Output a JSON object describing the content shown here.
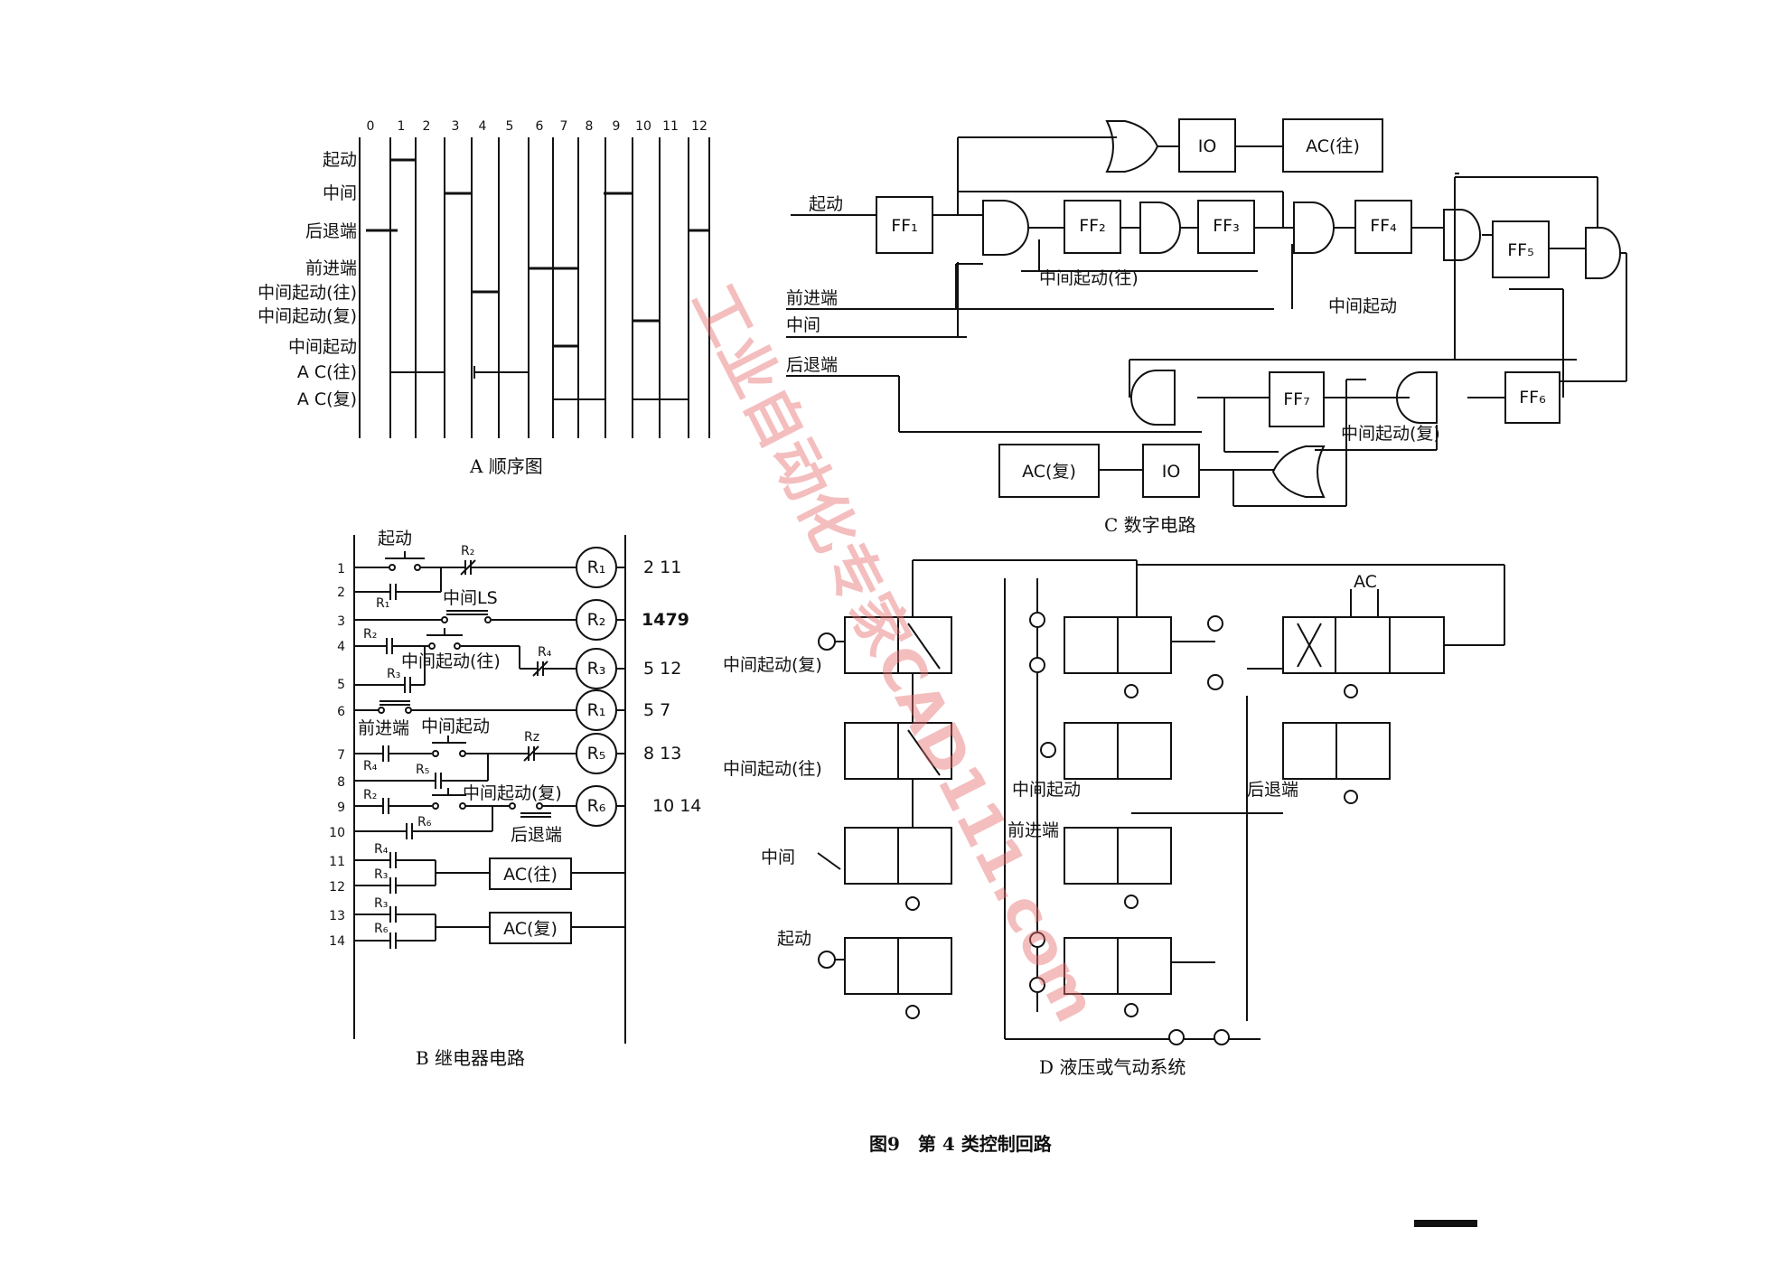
{
  "figure_caption": "图9　第 4 类控制回路",
  "watermark": "工业自动化专家CAD111.com",
  "panel_a": {
    "caption": "A  顺序图",
    "ticks": [
      "0",
      "1",
      "2",
      "3",
      "4",
      "5",
      "6",
      "7",
      "8",
      "9",
      "10",
      "11",
      "12"
    ],
    "rows": [
      "起动",
      "中间",
      "后退端",
      "前进端",
      "中间起动(往)",
      "中间起动(复)",
      "中间起动",
      "A C(往)",
      "A C(复)"
    ]
  },
  "panel_b": {
    "caption": "B  继电器电路",
    "rungs": [
      "1",
      "2",
      "3",
      "4",
      "5",
      "6",
      "7",
      "8",
      "9",
      "10",
      "11",
      "12",
      "13",
      "14"
    ],
    "contacts": {
      "start": "起动",
      "mid_ls": "中间LS",
      "mid_start_fwd": "中间起动(往)",
      "fwd_end": "前进端",
      "mid_start": "中间起动",
      "mid_start_ret": "中间起动(复)",
      "back_end": "后退端",
      "r1": "R₁",
      "r2": "R₂",
      "r3": "R₃",
      "r4": "R₄",
      "r5": "R₅",
      "r6": "R₆",
      "rz": "Rz"
    },
    "coils": [
      "R₁",
      "R₂",
      "R₃",
      "R₁",
      "R₅",
      "R₆"
    ],
    "refs": [
      "2  11",
      "1479",
      "5 12",
      "5 7",
      "8 13",
      "10 14"
    ],
    "outputs": [
      "AC(往)",
      "AC(复)"
    ]
  },
  "panel_c": {
    "caption": "C  数字电路",
    "inputs": [
      "起动",
      "前进端",
      "中间",
      "后退端"
    ],
    "flipflops": [
      "FF₁",
      "FF₂",
      "FF₃",
      "FF₄",
      "FF₅",
      "FF₆",
      "FF₇"
    ],
    "io": [
      "IO",
      "IO"
    ],
    "outputs": [
      "AC(往)",
      "AC(复)"
    ],
    "notes": [
      "中间起动(往)",
      "中间起动",
      "中间起动(复)"
    ]
  },
  "panel_d": {
    "caption": "D  液压或气动系统",
    "valves_left": [
      "中间起动(复)",
      "中间起动(往)",
      "中间",
      "起动"
    ],
    "valves_mid": [
      "中间起动",
      "前进端"
    ],
    "valve_right": "后退端",
    "ac_label": "AC"
  }
}
